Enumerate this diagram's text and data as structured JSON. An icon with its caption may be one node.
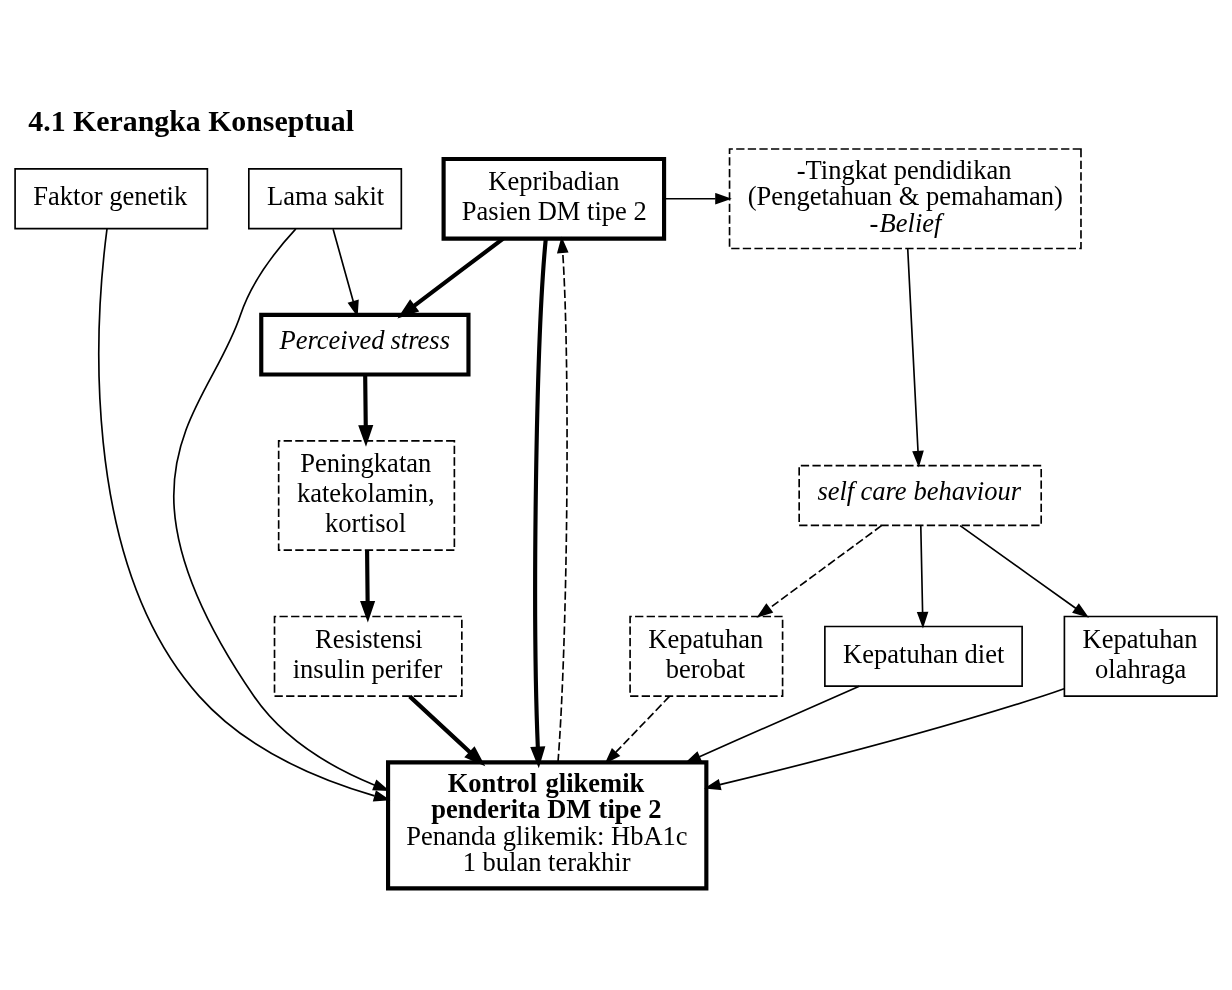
{
  "diagram": {
    "title": "4.1 Kerangka Konseptual",
    "nodes": [
      {
        "text": [
          "Faktor genetik"
        ]
      },
      {
        "text": [
          "Lama sakit"
        ]
      },
      {
        "text": [
          "Kepribadian Pasien DM tipe 2"
        ]
      },
      {
        "text": [
          "-Tingkat pendidikan (Pengetahuan & pemahaman)",
          "-*Belief*"
        ]
      },
      {
        "text": [
          "*Perceived stress*"
        ]
      },
      {
        "text": [
          "*self care behaviour*"
        ]
      },
      {
        "text": [
          "Peningkatan katekolamin, kortisol"
        ]
      },
      {
        "text": [
          "Kepatuhan berobat"
        ]
      },
      {
        "text": [
          "Kepatuhan diet"
        ]
      },
      {
        "text": [
          "Kepatuhan olahraga"
        ]
      },
      {
        "text": [
          "Resistensi insulin perifer"
        ]
      },
      {
        "text": [
          "**Kontrol glikemik penderita DM tipe 2**",
          "Penanda glikemik: HbA1c 1 bulan terakhir"
        ]
      }
    ],
    "edges": [
      {
        "from": 1,
        "to": 4,
        "arrow": "to"
      },
      {
        "from": 2,
        "to": 4,
        "arrow": "to",
        "style": "thick"
      },
      {
        "from": 2,
        "to": 11,
        "arrow": "to",
        "style": "thick"
      },
      {
        "from": 2,
        "to": 3,
        "arrow": "to"
      },
      {
        "from": 3,
        "to": 5,
        "arrow": "to"
      },
      {
        "from": 5,
        "to": 7,
        "arrow": "to",
        "style": "dashed"
      },
      {
        "from": 5,
        "to": 8,
        "arrow": "to"
      },
      {
        "from": 5,
        "to": 9,
        "arrow": "to"
      },
      {
        "from": 4,
        "to": 6,
        "arrow": "to",
        "style": "thick"
      },
      {
        "from": 6,
        "to": 10,
        "arrow": "to",
        "style": "thick"
      },
      {
        "from": 10,
        "to": 11,
        "arrow": "to",
        "style": "thick"
      },
      {
        "from": 7,
        "to": 11,
        "arrow": "to",
        "style": "dashed"
      },
      {
        "from": 8,
        "to": 11,
        "arrow": "to"
      },
      {
        "from": 9,
        "to": 11,
        "arrow": "to"
      },
      {
        "from": 1,
        "to": 11,
        "arrow": "to"
      },
      {
        "from": 0,
        "to": 11,
        "arrow": "to"
      },
      {
        "from": 11,
        "to": 2,
        "arrow": "to",
        "style": "dashed"
      }
    ]
  }
}
